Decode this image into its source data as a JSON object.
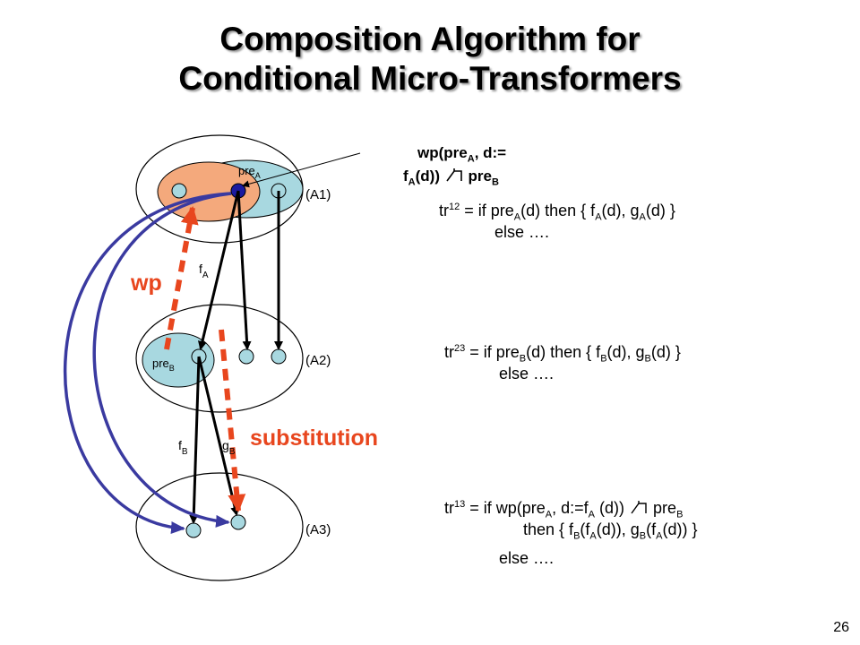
{
  "slide": {
    "title_line1": "Composition Algorithm for",
    "title_line2": "Conditional Micro-Transformers",
    "page_number": "26"
  },
  "diagram": {
    "state_labels": {
      "a1": "(A1)",
      "a2": "(A2)",
      "a3": "(A3)"
    },
    "pre_a": {
      "base": "pre",
      "sub": "A"
    },
    "pre_b": {
      "base": "pre",
      "sub": "B"
    },
    "edge_fa": {
      "base": "f",
      "sub": "A"
    },
    "edge_fb": {
      "base": "f",
      "sub": "B"
    },
    "edge_gb": {
      "base": "g",
      "sub": "B"
    },
    "wp_label": "wp",
    "substitution_label": "substitution",
    "colors": {
      "accent": "#e8461e",
      "blue_arrow": "#3a3aa0",
      "light_blue": "#a8d8e0",
      "orange_fill": "#f4a97c"
    }
  },
  "formulas": {
    "wp_top": {
      "part1": "wp(pre",
      "part1_sub": "A",
      "part2": ", d:=",
      "part3": "f",
      "part3_sub": "A",
      "part4": "(d))",
      "entails_icon": "entails-symbol",
      "part5": "pre",
      "part5_sub": "B"
    },
    "tr12": {
      "prefix": "tr",
      "sup": "12",
      "line1_a": " = if pre",
      "line1_a_sub": "A",
      "line1_b": "(d) then { f",
      "line1_b_sub": "A",
      "line1_c": "(d), g",
      "line1_c_sub": "A",
      "line1_d": "(d) }",
      "line2": "else …."
    },
    "tr23": {
      "prefix": "tr",
      "sup": "23",
      "line1_a": " = if pre",
      "line1_a_sub": "B",
      "line1_b": "(d) then { f",
      "line1_b_sub": "B",
      "line1_c": "(d), g",
      "line1_c_sub": "B",
      "line1_d": "(d) }",
      "line2": "else …."
    },
    "tr13": {
      "prefix": "tr",
      "sup": "13",
      "line1_a": " = if wp(pre",
      "line1_a_sub": "A",
      "line1_b": ", d:=f",
      "line1_b_sub": "A",
      "line1_c": " (d))",
      "line1_d": " pre",
      "line1_d_sub": "B",
      "line2_a": "then { f",
      "line2_a_sub": "B",
      "line2_b": "(f",
      "line2_b_sub": "A",
      "line2_c": "(d)), g",
      "line2_c_sub": "B",
      "line2_d": "(f",
      "line2_d_sub": "A",
      "line2_e": "(d)) }",
      "line3": "else …."
    }
  }
}
